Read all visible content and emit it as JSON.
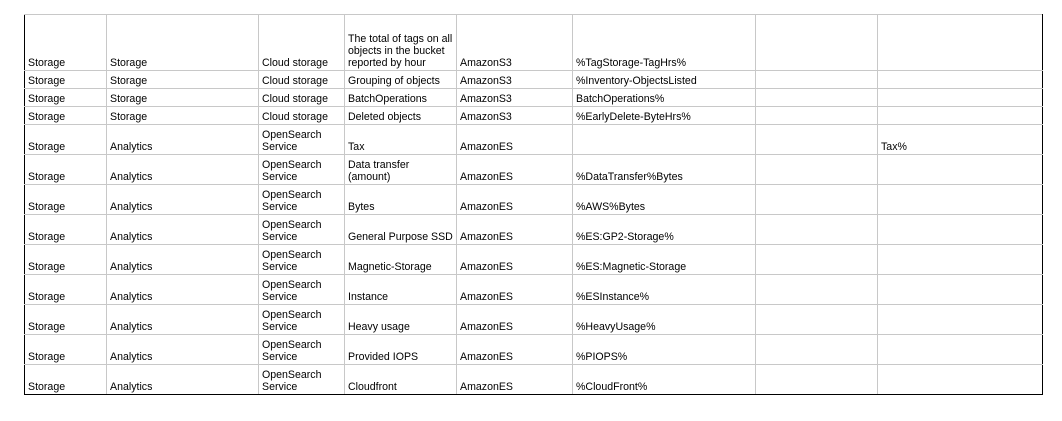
{
  "rows": [
    [
      "Storage",
      "Storage",
      "Cloud storage",
      "The total of tags on all objects in the bucket reported by hour",
      "AmazonS3",
      "%TagStorage-TagHrs%",
      "",
      ""
    ],
    [
      "Storage",
      "Storage",
      "Cloud storage",
      "Grouping of objects",
      "AmazonS3",
      "%Inventory-ObjectsListed",
      "",
      ""
    ],
    [
      "Storage",
      "Storage",
      "Cloud storage",
      "BatchOperations",
      "AmazonS3",
      "BatchOperations%",
      "",
      ""
    ],
    [
      "Storage",
      "Storage",
      "Cloud storage",
      "Deleted objects",
      "AmazonS3",
      "%EarlyDelete-ByteHrs%",
      "",
      ""
    ],
    [
      "Storage",
      "Analytics",
      "OpenSearch Service",
      "Tax",
      "AmazonES",
      "",
      "",
      "Tax%"
    ],
    [
      "Storage",
      "Analytics",
      "OpenSearch Service",
      "Data transfer (amount)",
      "AmazonES",
      "%DataTransfer%Bytes",
      "",
      ""
    ],
    [
      "Storage",
      "Analytics",
      "OpenSearch Service",
      "Bytes",
      "AmazonES",
      "%AWS%Bytes",
      "",
      ""
    ],
    [
      "Storage",
      "Analytics",
      "OpenSearch Service",
      "General Purpose SSD",
      "AmazonES",
      "%ES:GP2-Storage%",
      "",
      ""
    ],
    [
      "Storage",
      "Analytics",
      "OpenSearch Service",
      "Magnetic-Storage",
      "AmazonES",
      "%ES:Magnetic-Storage",
      "",
      ""
    ],
    [
      "Storage",
      "Analytics",
      "OpenSearch Service",
      "Instance",
      "AmazonES",
      "%ESInstance%",
      "",
      ""
    ],
    [
      "Storage",
      "Analytics",
      "OpenSearch Service",
      "Heavy usage",
      "AmazonES",
      "%HeavyUsage%",
      "",
      ""
    ],
    [
      "Storage",
      "Analytics",
      "OpenSearch Service",
      "Provided IOPS",
      "AmazonES",
      "%PIOPS%",
      "",
      ""
    ],
    [
      "Storage",
      "Analytics",
      "OpenSearch Service",
      "Cloudfront",
      "AmazonES",
      "%CloudFront%",
      "",
      ""
    ]
  ]
}
